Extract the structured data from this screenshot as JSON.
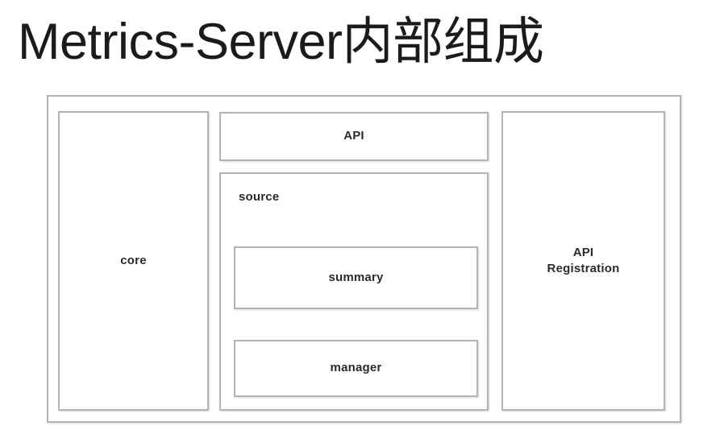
{
  "title": "Metrics-Server内部组成",
  "diagram": {
    "type": "nested-block-diagram",
    "outer_container": {
      "name": "metrics-server",
      "label": ""
    },
    "blocks": [
      {
        "id": "core",
        "label": "core",
        "label_position": "center",
        "parent": "outer_container"
      },
      {
        "id": "api",
        "label": "API",
        "label_position": "center",
        "parent": "outer_container"
      },
      {
        "id": "source",
        "label": "source",
        "label_position": "top-left",
        "parent": "outer_container"
      },
      {
        "id": "summary",
        "label": "summary",
        "label_position": "center",
        "parent": "source"
      },
      {
        "id": "manager",
        "label": "manager",
        "label_position": "center",
        "parent": "source"
      },
      {
        "id": "api-registration",
        "label": "API\nRegistration",
        "label_position": "center",
        "parent": "outer_container"
      }
    ]
  },
  "colors": {
    "background": "#ffffff",
    "box_border": "#b4b4b4",
    "box_fill": "#ffffff",
    "label_text": "#2b2b2b",
    "title_text": "#1b1b1b"
  }
}
